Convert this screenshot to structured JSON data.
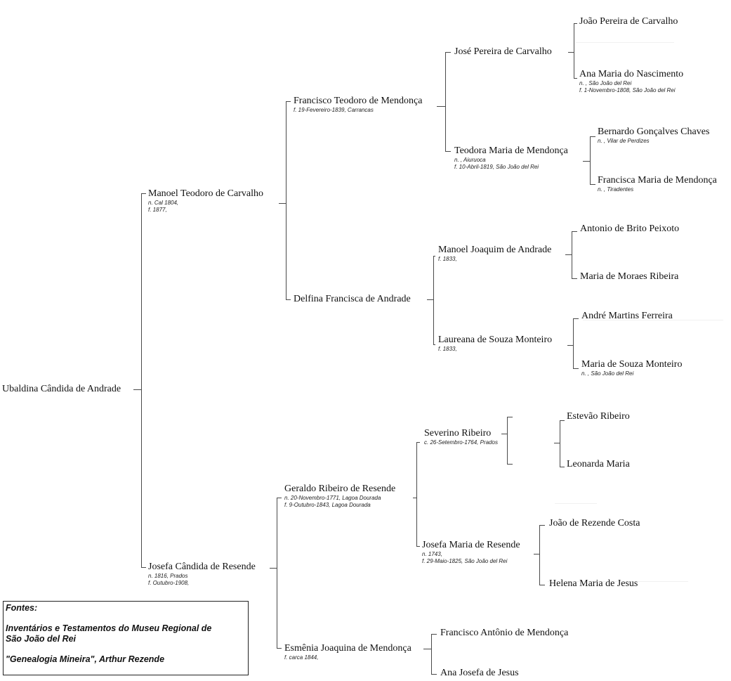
{
  "people": {
    "ubaldina": {
      "name": "Ubaldina Cândida de Andrade",
      "details": []
    },
    "manoel_teodoro": {
      "name": "Manoel Teodoro de Carvalho",
      "details": [
        "n. Cal 1804,",
        "f. 1877,"
      ]
    },
    "josefa_candida": {
      "name": "Josefa Cândida de Resende",
      "details": [
        "n. 1816, Prados",
        "f. Outubro-1908,"
      ]
    },
    "francisco_teodoro": {
      "name": "Francisco Teodoro de Mendonça",
      "details": [
        "f. 19-Fevereiro-1839, Carrancas"
      ]
    },
    "delfina": {
      "name": "Delfina Francisca de Andrade",
      "details": []
    },
    "geraldo": {
      "name": "Geraldo Ribeiro de Resende",
      "details": [
        "n. 20-Novembro-1771, Lagoa Dourada",
        "f. 9-Outubro-1843, Lagoa Dourada"
      ]
    },
    "esmenia": {
      "name": "Esmênia Joaquina de Mendonça",
      "details": [
        "f. carca 1844,"
      ]
    },
    "jose_pereira": {
      "name": "José Pereira de Carvalho",
      "details": []
    },
    "teodora": {
      "name": "Teodora Maria de Mendonça",
      "details": [
        "n. , Aiuruoca",
        "f. 10-Abril-1819, São João del Rei"
      ]
    },
    "manoel_joaquim": {
      "name": "Manoel Joaquim de Andrade",
      "details": [
        "f. 1833,"
      ]
    },
    "laureana": {
      "name": "Laureana de Souza Monteiro",
      "details": [
        "f. 1833,"
      ]
    },
    "severino": {
      "name": "Severino Ribeiro",
      "details": [
        "c. 26-Setembro-1764, Prados"
      ]
    },
    "josefa_maria": {
      "name": "Josefa Maria de Resende",
      "details": [
        "n. 1743,",
        "f. 29-Maio-1825, São João del Rei"
      ]
    },
    "francisco_antonio": {
      "name": "Francisco Antônio de Mendonça",
      "details": []
    },
    "ana_josefa": {
      "name": "Ana Josefa de Jesus",
      "details": []
    },
    "joao_pereira": {
      "name": "João Pereira de Carvalho",
      "details": []
    },
    "ana_maria": {
      "name": "Ana Maria do Nascimento",
      "details": [
        "n. , São João del Rei",
        "f. 1-Novembro-1808, São João del Rei"
      ]
    },
    "bernardo": {
      "name": "Bernardo Gonçalves Chaves",
      "details": [
        "n. , Vilar de Perdizes"
      ]
    },
    "francisca_maria": {
      "name": "Francisca Maria de Mendonça",
      "details": [
        "n. , Tiradentes"
      ]
    },
    "antonio_brito": {
      "name": "Antonio de Brito Peixoto",
      "details": []
    },
    "maria_moraes": {
      "name": "Maria de Moraes Ribeira",
      "details": []
    },
    "andre": {
      "name": "André Martins Ferreira",
      "details": []
    },
    "maria_souza": {
      "name": "Maria de Souza Monteiro",
      "details": [
        "n. , São João del Rei"
      ]
    },
    "estevao": {
      "name": "Estevão Ribeiro",
      "details": []
    },
    "leonarda": {
      "name": "Leonarda Maria",
      "details": []
    },
    "joao_rezende": {
      "name": "João de Rezende Costa",
      "details": []
    },
    "helena": {
      "name": "Helena Maria de Jesus",
      "details": []
    }
  },
  "sources": {
    "heading": "Fontes:",
    "line1": "Inventários e Testamentos do Museu Regional de",
    "line2": "São João del Rei",
    "line3": "\"Genealogia Mineira\", Arthur Rezende"
  }
}
